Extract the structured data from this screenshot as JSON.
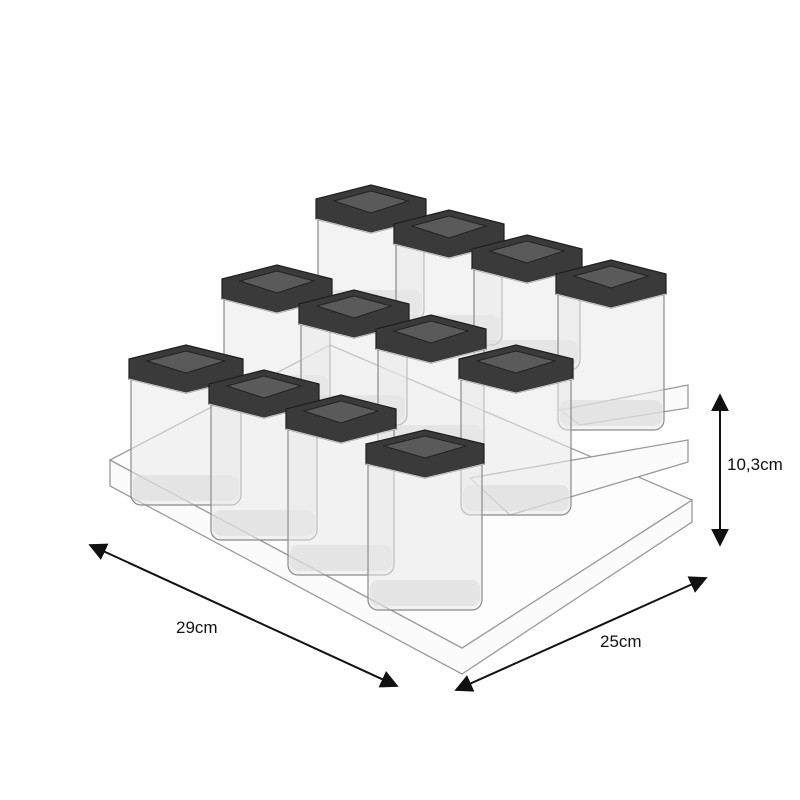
{
  "dimensions": {
    "width_label": "29cm",
    "depth_label": "25cm",
    "height_label": "10,3cm"
  },
  "product": {
    "jar_count": 12,
    "tier_count": 3,
    "lid_color": "#3a3a3a",
    "body_color": "#e9e9e9"
  }
}
